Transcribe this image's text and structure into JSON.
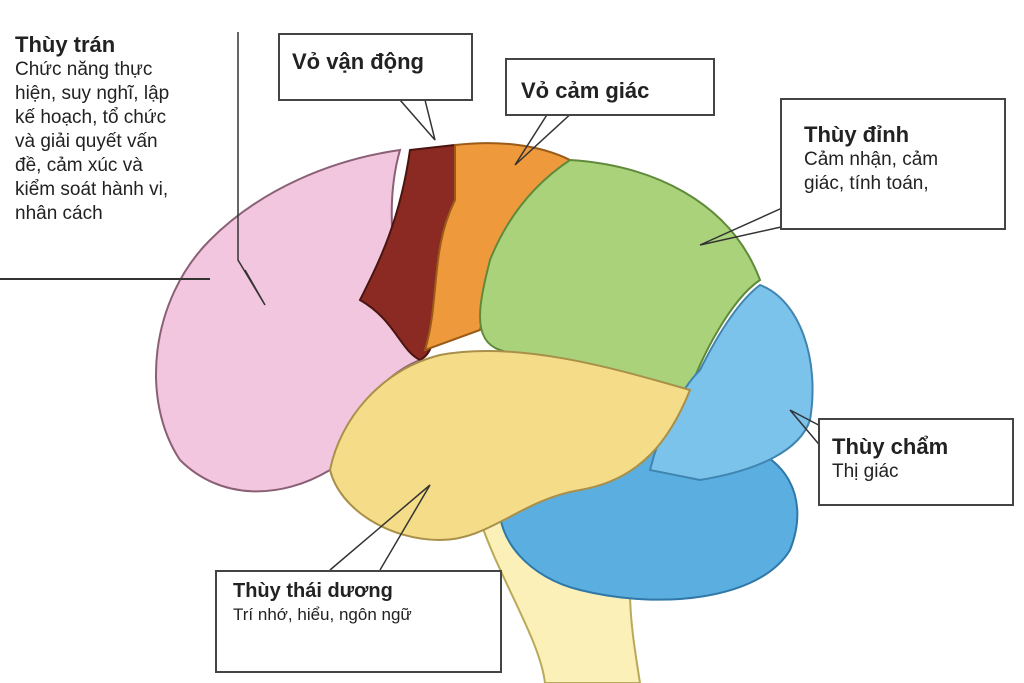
{
  "labels": {
    "frontal": {
      "title": "Thùy trán",
      "desc": [
        "Chức năng thực",
        "hiện, suy nghĩ, lập",
        "kế hoạch, tổ chức",
        "và giải quyết vấn",
        "đề, cảm xúc và",
        "kiểm soát hành vi,",
        "nhân cách"
      ]
    },
    "motor": {
      "title": "Vỏ vận động"
    },
    "sensory": {
      "title": "Vỏ cảm giác"
    },
    "parietal": {
      "title": "Thùy đỉnh",
      "desc": [
        "Cảm nhận, cảm",
        "giác, tính toán,"
      ]
    },
    "occipital": {
      "title": "Thùy chẩm",
      "desc": [
        "Thị giác"
      ]
    },
    "temporal": {
      "title": "Thùy thái dương",
      "desc": [
        "Trí nhớ, hiểu, ngôn ngữ"
      ]
    }
  },
  "colors": {
    "frontal": "#f2c6df",
    "motor": "#8b2a22",
    "sensory": "#ee9a3c",
    "parietal": "#a9d27a",
    "occipital": "#7cc3ec",
    "temporal": "#f4dc88",
    "cerebellum": "#5aaee0",
    "stem": "#fbf1b8"
  }
}
